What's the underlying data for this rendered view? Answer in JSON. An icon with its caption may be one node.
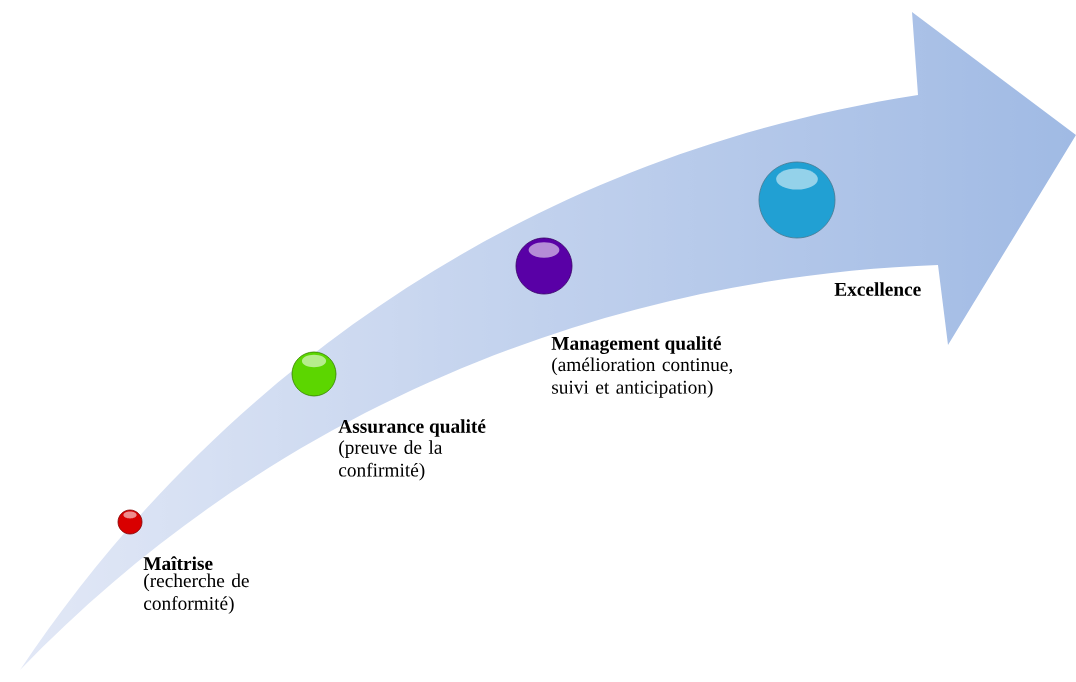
{
  "diagram": {
    "nodes": [
      {
        "text": [],
        "shape": "circle",
        "beside": [
          "Maîtrise",
          "(recherche de conformité)"
        ]
      },
      {
        "text": [],
        "shape": "circle",
        "beside": [
          "Assurance qualité",
          "(preuve de la confirmité)"
        ]
      },
      {
        "text": [],
        "shape": "circle",
        "beside": [
          "Management qualité",
          "(amélioration continue, suivi et anticipation)"
        ]
      },
      {
        "text": [],
        "shape": "circle",
        "beside": [
          "Excellence"
        ]
      }
    ]
  }
}
